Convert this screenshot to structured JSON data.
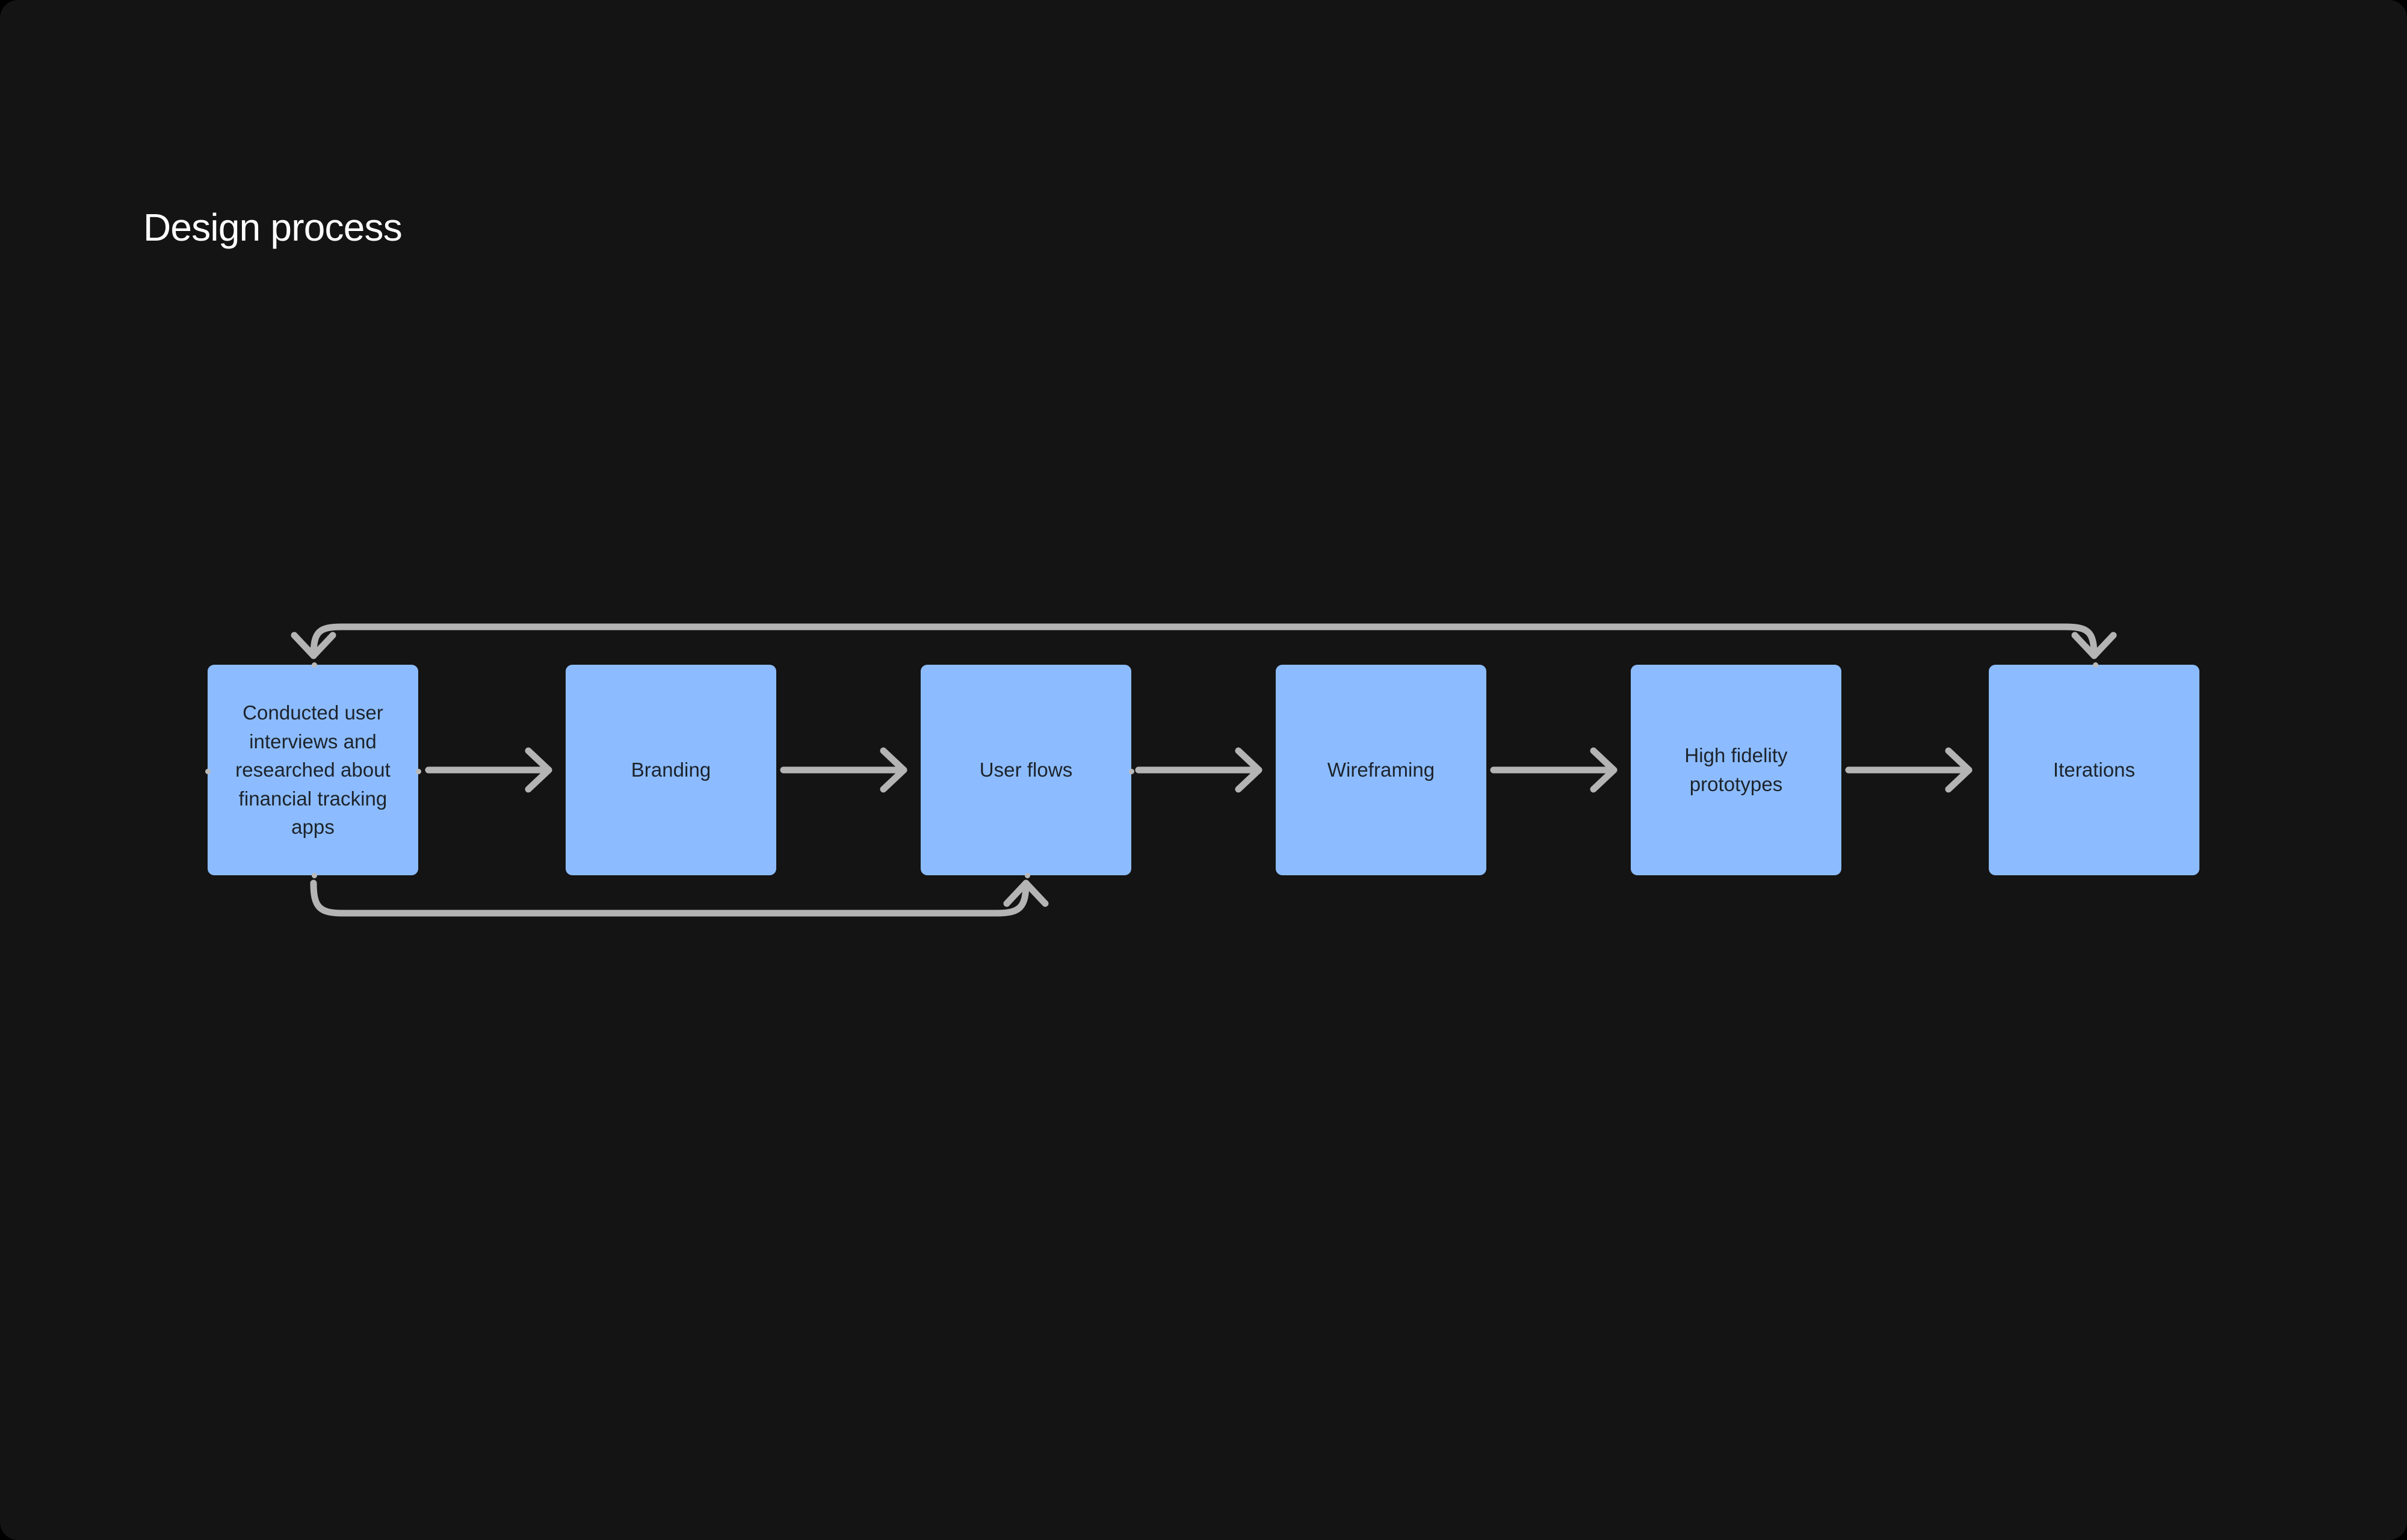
{
  "page": {
    "title": "Design process",
    "background_color": "#141414",
    "title_color": "#ffffff"
  },
  "theme": {
    "node_fill": "#8CBCFF",
    "node_text": "#1d232b",
    "edge_color": "#b4b4b4",
    "canvas": "#141414"
  },
  "diagram": {
    "type": "flowchart",
    "orientation": "horizontal",
    "nodes": [
      {
        "id": "research",
        "label": "Conducted user interviews and researched about financial tracking apps"
      },
      {
        "id": "branding",
        "label": "Branding"
      },
      {
        "id": "userflows",
        "label": "User flows"
      },
      {
        "id": "wireframing",
        "label": "Wireframing"
      },
      {
        "id": "hifi",
        "label": "High fidelity\nprototypes"
      },
      {
        "id": "iterations",
        "label": "Iterations"
      }
    ],
    "edges": [
      {
        "from": "research",
        "to": "branding",
        "style": "straight",
        "arrow": "end"
      },
      {
        "from": "branding",
        "to": "userflows",
        "style": "straight",
        "arrow": "end"
      },
      {
        "from": "userflows",
        "to": "wireframing",
        "style": "straight",
        "arrow": "end"
      },
      {
        "from": "wireframing",
        "to": "hifi",
        "style": "straight",
        "arrow": "end"
      },
      {
        "from": "hifi",
        "to": "iterations",
        "style": "straight",
        "arrow": "end"
      },
      {
        "from": "iterations",
        "to": "research",
        "style": "loop-top",
        "arrow": "both"
      },
      {
        "from": "research",
        "to": "userflows",
        "style": "loop-bottom",
        "arrow": "end"
      }
    ]
  }
}
